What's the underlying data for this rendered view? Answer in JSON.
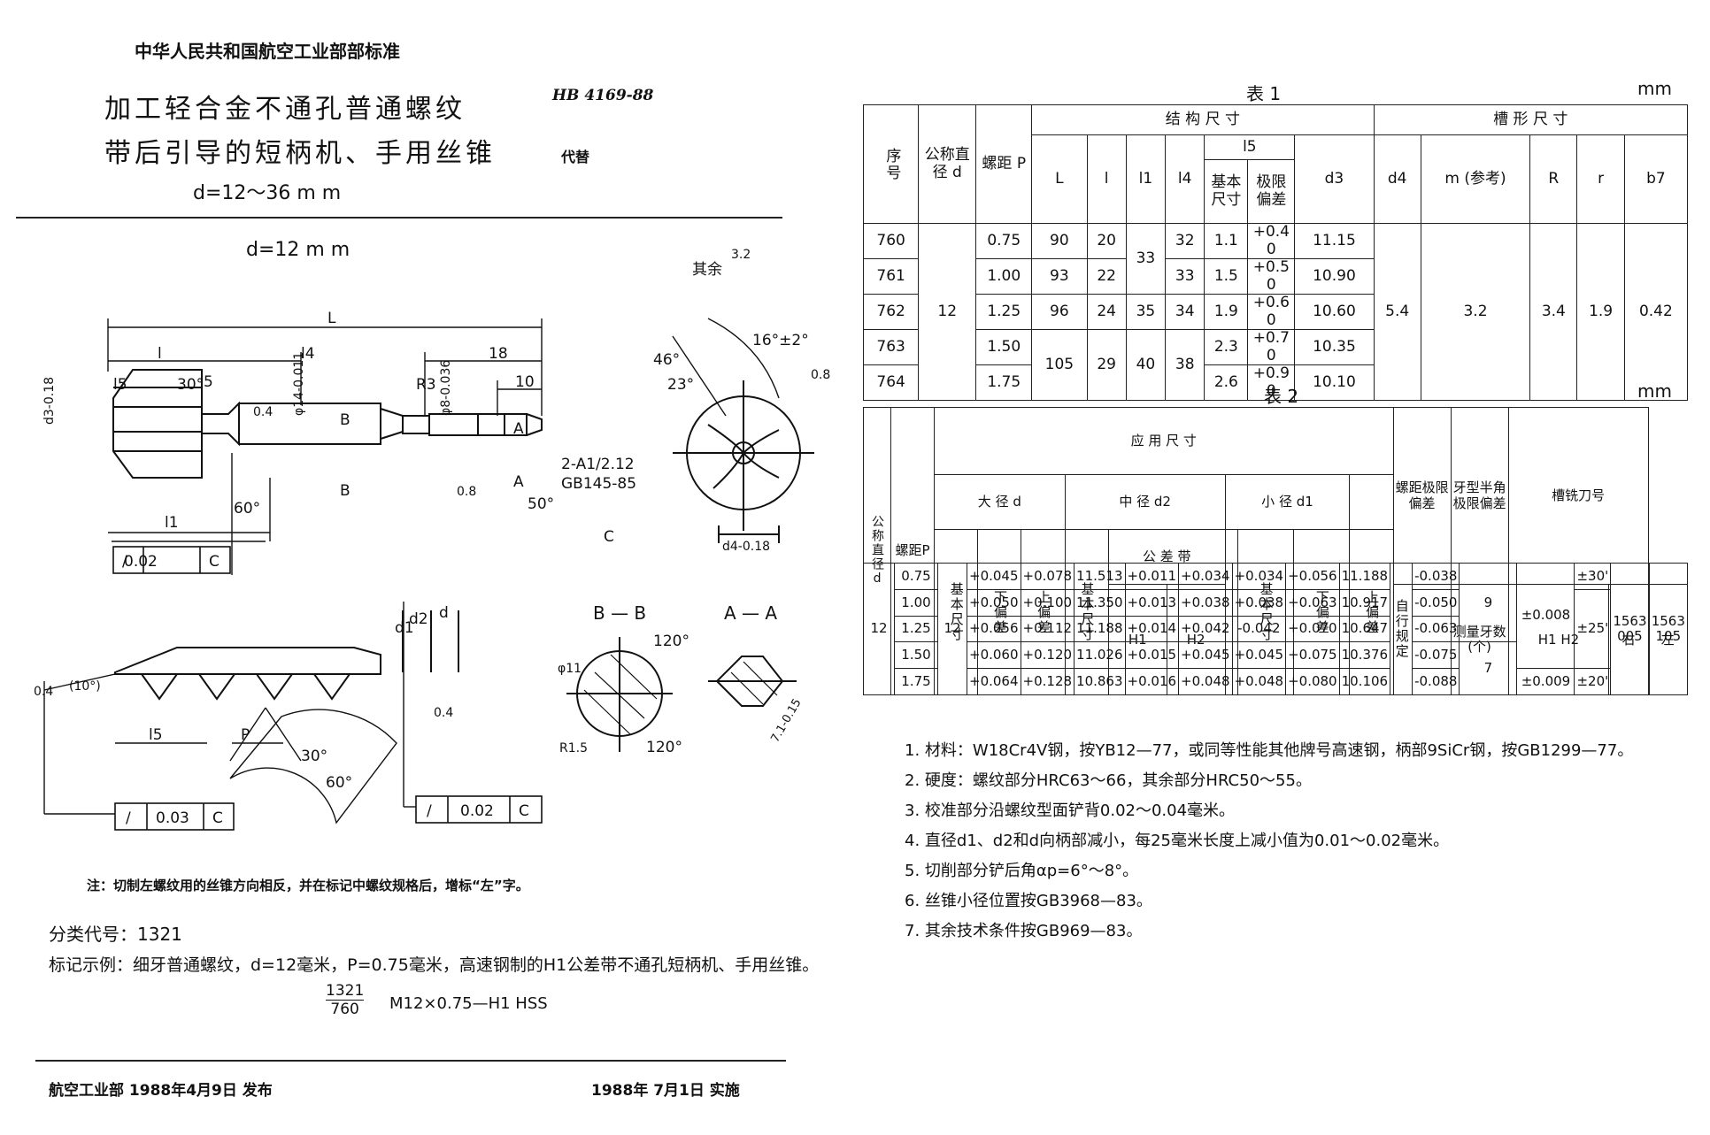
{
  "header": {
    "org_standard": "中华人民共和国航空工业部部标准",
    "title_line1": "加工轻合金不通孔普通螺纹",
    "title_line2": "带后引导的短柄机、手用丝锥",
    "range": "d=12～36 m m",
    "code": "HB 4169-88",
    "replaces": "代替"
  },
  "drawing": {
    "subtitle": "d=12 m m",
    "section_bb": "B — B",
    "section_aa": "A — A",
    "labels": {
      "L": "L",
      "l": "l",
      "l1": "l1",
      "l4": "l4",
      "l5": "l5",
      "d": "d",
      "d1": "d1",
      "d2": "d2",
      "P": "P",
      "B": "B",
      "A": "A",
      "dim18": "18",
      "dim10": "10",
      "dim5": "5",
      "ang30": "30°",
      "ang60": "60°",
      "ang50": "50°",
      "ang46": "46°",
      "ang23": "23°",
      "ang16": "16°±2°",
      "ang120": "120°",
      "ang10": "(10°)",
      "r3": "R3",
      "r15": "R1.5",
      "d11": "φ11",
      "d3": "d3-0.18",
      "d4": "d4-0.18",
      "d8": "φ8-0.036",
      "d14": "φ14-0.011",
      "r08": "0.8",
      "r04": "0.4",
      "r32": "3.2",
      "center_note": "2-A1/2.12",
      "center_std": "GB145-85",
      "rest": "其余",
      "C": "C",
      "tol1": "0.02",
      "tol2": "0.03",
      "tol3": "0.02",
      "dim71": "7.1-0.15"
    }
  },
  "table1": {
    "title": "表 1",
    "unit": "mm",
    "headers": {
      "seq": "序号",
      "nominal": "公称直径 d",
      "pitch": "螺距 P",
      "struct": "结 构 尺 寸",
      "groove": "槽 形 尺 寸",
      "L": "L",
      "l": "l",
      "l1": "l1",
      "l4": "l4",
      "l5": "l5",
      "basic": "基本尺寸",
      "limit": "极限偏差",
      "d3": "d3",
      "d4": "d4",
      "m": "m (参考)",
      "R": "R",
      "r": "r",
      "b7": "b7"
    },
    "rows": [
      {
        "seq": "760",
        "p": "0.75",
        "L": "90",
        "l": "20",
        "l1": "33",
        "l4": "32",
        "b": "1.1",
        "dev": "+0.4 0",
        "d3": "11.15"
      },
      {
        "seq": "761",
        "p": "1.00",
        "L": "93",
        "l": "22",
        "l1": "",
        "l4": "33",
        "b": "1.5",
        "dev": "+0.5 0",
        "d3": "10.90"
      },
      {
        "seq": "762",
        "p": "1.25",
        "L": "96",
        "l": "24",
        "l1": "35",
        "l4": "34",
        "b": "1.9",
        "dev": "+0.6 0",
        "d3": "10.60"
      },
      {
        "seq": "763",
        "p": "1.50",
        "L": "105",
        "l": "29",
        "l1": "40",
        "l4": "38",
        "b": "2.3",
        "dev": "+0.7 0",
        "d3": "10.35"
      },
      {
        "seq": "764",
        "p": "1.75",
        "L": "",
        "l": "",
        "l1": "",
        "l4": "",
        "b": "2.6",
        "dev": "+0.9 0",
        "d3": "10.10"
      }
    ],
    "nominal_value": "12",
    "d4_value": "5.4",
    "m_value": "3.2",
    "R_value": "3.4",
    "r_value": "1.9",
    "b7_value": "0.42"
  },
  "table2": {
    "title": "表 2",
    "unit": "mm",
    "headers": {
      "nominal": "公称直径d",
      "pitch": "螺距P",
      "app": "应 用 尺 寸",
      "major": "大 径 d",
      "mid": "中 径 d2",
      "minor": "小 径 d1",
      "basic": "基本尺寸",
      "lower": "下偏差",
      "upper": "上偏差",
      "tolband": "公 差 带",
      "H1": "H1",
      "H2": "H2",
      "lowdev": "下偏差",
      "updev": "上偏差",
      "pitchdev": "螺距极限偏差",
      "measure": "测量牙数(个)",
      "halfangle": "牙型半角极限偏差",
      "h1h2": "H1 H2",
      "cutter": "槽铣刀号",
      "right": "右",
      "left": "左",
      "selfdef": "自行规定"
    },
    "nominal_value": "12",
    "basic_major": "12",
    "rows": [
      {
        "p": "0.75",
        "dlo": "+0.045",
        "dup": "+0.078",
        "d2": "11.513",
        "h1lo": "+0.011",
        "h1up": "+0.034",
        "h2lo": "+0.034",
        "h2up": "+0.056",
        "d1": "11.188",
        "d1up": "-0.038",
        "half": "±30'"
      },
      {
        "p": "1.00",
        "dlo": "+0.050",
        "dup": "+0.100",
        "d2": "11.350",
        "h1lo": "+0.013",
        "h1up": "+0.038",
        "h2lo": "+0.038",
        "h2up": "+0.063",
        "d1": "10.917",
        "d1up": "-0.050",
        "half": ""
      },
      {
        "p": "1.25",
        "dlo": "+0.056",
        "dup": "+0.112",
        "d2": "11.188",
        "h1lo": "+0.014",
        "h1up": "+0.042",
        "h2lo": "-0.042",
        "h2up": "+0.070",
        "d1": "10.647",
        "d1up": "-0.063",
        "half": "±25'"
      },
      {
        "p": "1.50",
        "dlo": "+0.060",
        "dup": "+0.120",
        "d2": "11.026",
        "h1lo": "+0.015",
        "h1up": "+0.045",
        "h2lo": "+0.045",
        "h2up": "+0.075",
        "d1": "10.376",
        "d1up": "-0.075",
        "half": ""
      },
      {
        "p": "1.75",
        "dlo": "+0.064",
        "dup": "+0.128",
        "d2": "10.863",
        "h1lo": "+0.016",
        "h1up": "+0.048",
        "h2lo": "+0.048",
        "h2up": "+0.080",
        "d1": "10.106",
        "d1up": "-0.088",
        "half": "±20'"
      }
    ],
    "count9": "9",
    "count7": "7",
    "pdev1": "±0.008",
    "pdev2": "±0.009",
    "cut_right": "1563 005",
    "cut_left": "1563 105"
  },
  "notes": [
    "1. 材料：W18Cr4V钢，按YB12—77，或同等性能其他牌号高速钢，柄部9SiCr钢，按GB1299—77。",
    "2. 硬度：螺纹部分HRC63～66，其余部分HRC50～55。",
    "3. 校准部分沿螺纹型面铲背0.02～0.04毫米。",
    "4. 直径d1、d2和d向柄部减小，每25毫米长度上减小值为0.01～0.02毫米。",
    "5. 切削部分铲后角αp=6°～8°。",
    "6. 丝锥小径位置按GB3968—83。",
    "7. 其余技术条件按GB969—83。"
  ],
  "footnote": "注：切制左螺纹用的丝锥方向相反，并在标记中螺纹规格后，增标“左”字。",
  "classification": "分类代号：1321",
  "example": "标记示例：细牙普通螺纹，d=12毫米，P=0.75毫米，高速钢制的H1公差带不通孔短柄机、手用丝锥。",
  "example_num": "1321",
  "example_den": "760",
  "example_code": "M12×0.75—H1  HSS",
  "footer": {
    "issuer": "航空工业部  1988年4月9日  发布",
    "effective": "1988年  7月1日  实施"
  }
}
